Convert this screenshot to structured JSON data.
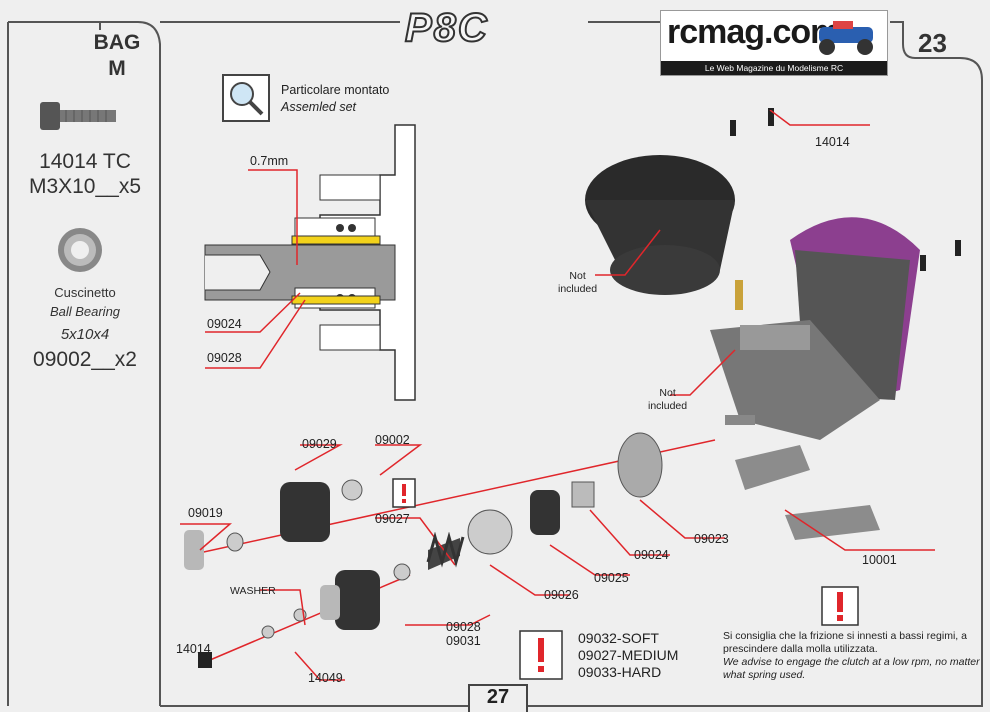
{
  "brand_title": "P8C",
  "step_number": "23",
  "page_number": "27",
  "logo": {
    "name": "rcmag.com",
    "tagline": "Le Web Magazine du Modelisme RC"
  },
  "bag": {
    "title_line1": "BAG",
    "title_line2": "M"
  },
  "sidebar": {
    "screw_code": "14014 TC",
    "screw_qty": "M3X10__x5",
    "bearing_name_it": "Cuscinetto",
    "bearing_name_en": "Ball Bearing",
    "bearing_size": "5x10x4",
    "bearing_qty": "09002__x2"
  },
  "assembled": {
    "it": "Particolare montato",
    "en": "Assemled set"
  },
  "labels": {
    "gap": "0.7mm",
    "p09024_top": "09024",
    "p09028_top": "09028",
    "p14014_top": "14014",
    "not_included_1": "Not\nincluded",
    "not_included_2": "Not\nincluded",
    "p09029": "09029",
    "p09002": "09002",
    "p09019": "09019",
    "p09027": "09027",
    "washer": "WASHER",
    "p09028": "09028",
    "p09031": "09031",
    "p14014_bottom": "14014",
    "p14049": "14049",
    "p09026": "09026",
    "p09025": "09025",
    "p09024": "09024",
    "p09023": "09023",
    "p10001": "10001"
  },
  "springs": {
    "soft": "09032-SOFT",
    "medium": "09027-MEDIUM",
    "hard": "09033-HARD"
  },
  "advice": {
    "it": "Si consiglia che la frizione si innesti a bassi regimi, a prescindere dalla molla utilizzata.",
    "en": "We advise to engage the clutch at a low rpm, no matter what spring used."
  },
  "colors": {
    "accent_red": "#e0262b",
    "engine_head": "#8c3f8f",
    "bearing_yellow": "#f2d21b"
  }
}
